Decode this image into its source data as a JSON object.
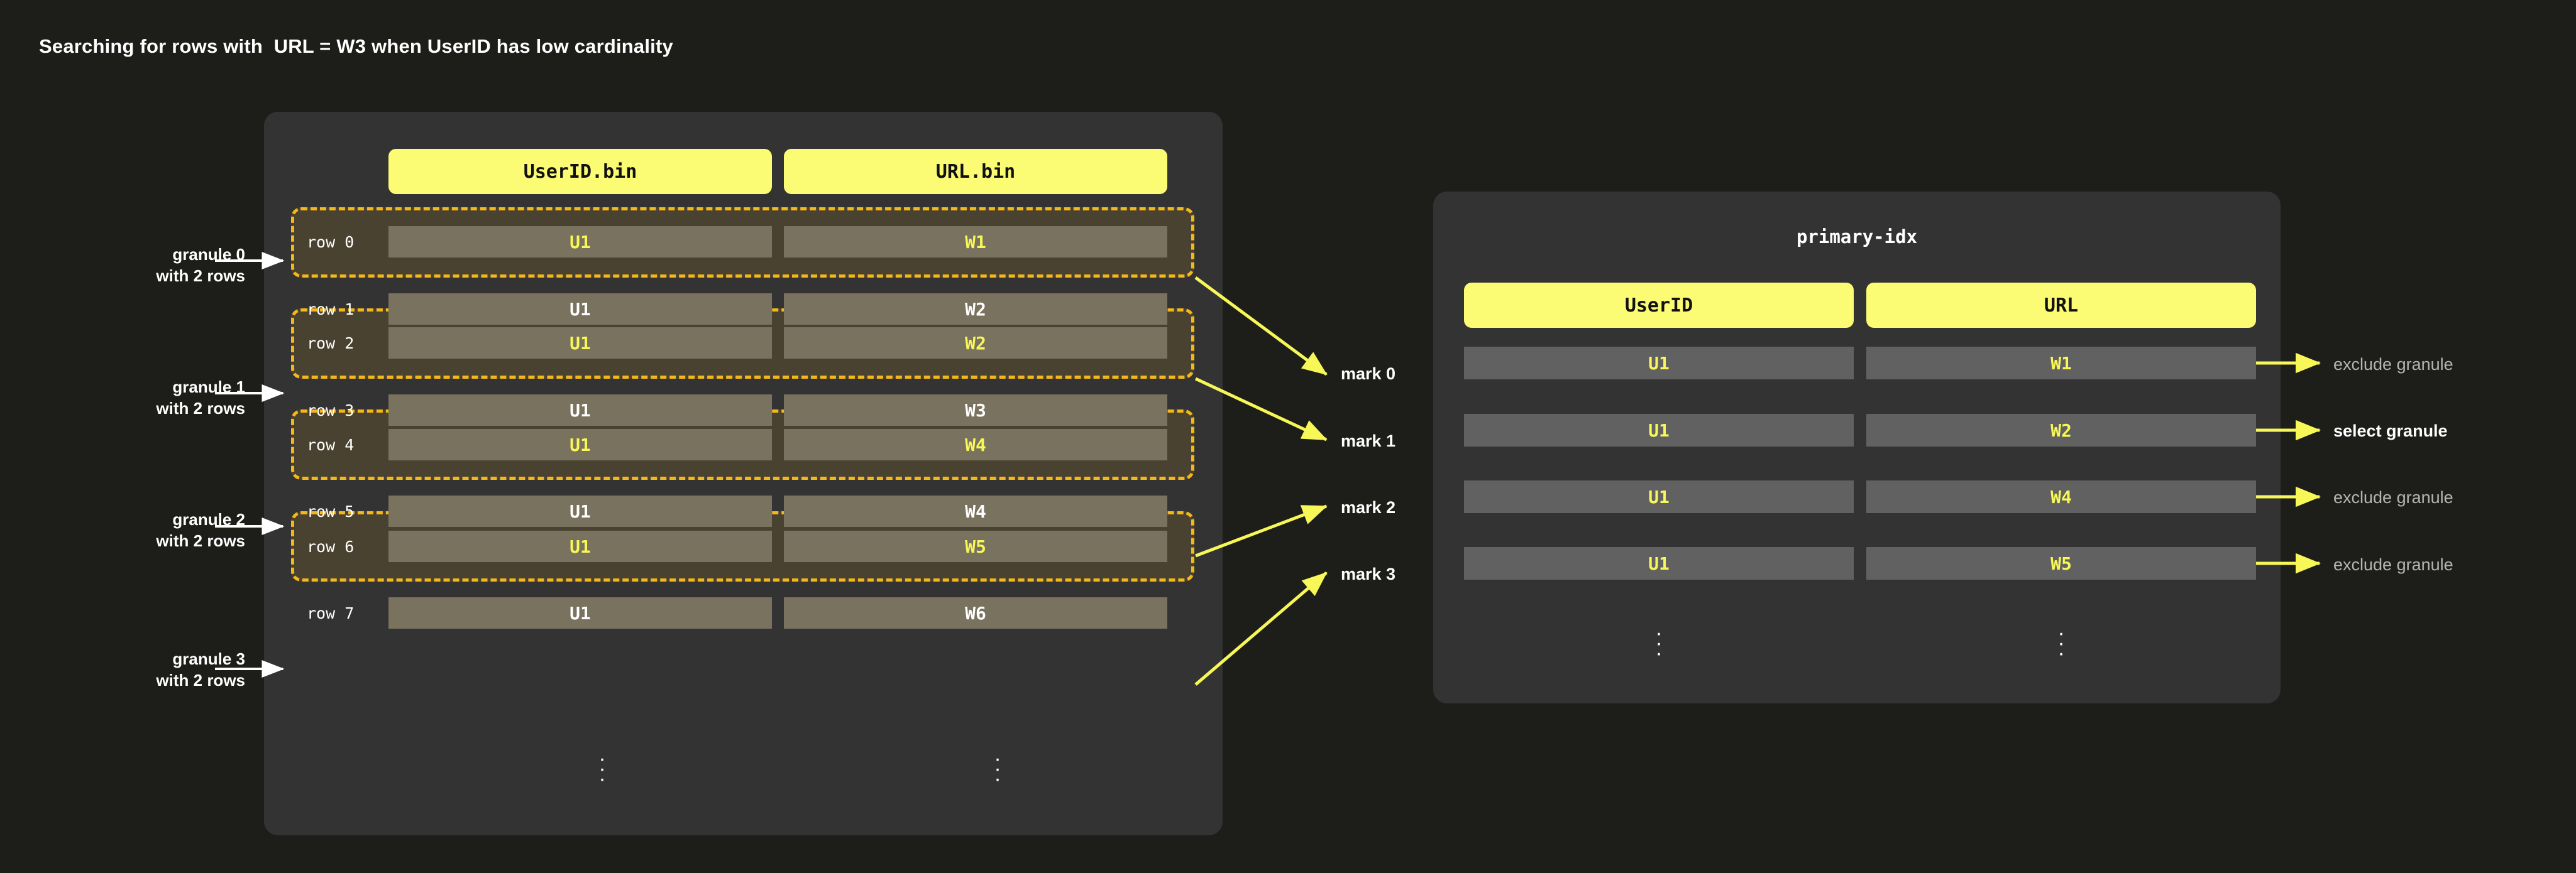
{
  "title": "Searching for rows with  URL = W3 when UserID has low cardinality",
  "colors": {
    "background": "#1d1e1a",
    "panel": "#333333",
    "accent_yellow": "#fbfb74",
    "highlight_text": "#f7f757",
    "granule_border": "#f5b81a",
    "granule_fill": "#4a4230",
    "cell_fill": "#79725f",
    "idx_cell_fill": "#616161",
    "arrow_yellow": "#f7f757",
    "muted_text": "#b3b5b2"
  },
  "left_panel": {
    "column_headers": [
      {
        "label": "UserID.bin"
      },
      {
        "label": "URL.bin"
      }
    ],
    "rows": [
      {
        "row_label": "row 0",
        "userid": "U1",
        "url": "W1",
        "highlighted": true
      },
      {
        "row_label": "row 1",
        "userid": "U1",
        "url": "W2",
        "highlighted": false
      },
      {
        "row_label": "row 2",
        "userid": "U1",
        "url": "W2",
        "highlighted": true
      },
      {
        "row_label": "row 3",
        "userid": "U1",
        "url": "W3",
        "highlighted": false
      },
      {
        "row_label": "row 4",
        "userid": "U1",
        "url": "W4",
        "highlighted": true
      },
      {
        "row_label": "row 5",
        "userid": "U1",
        "url": "W4",
        "highlighted": false
      },
      {
        "row_label": "row 6",
        "userid": "U1",
        "url": "W5",
        "highlighted": true
      },
      {
        "row_label": "row 7",
        "userid": "U1",
        "url": "W6",
        "highlighted": false
      }
    ],
    "ellipsis": "⋮"
  },
  "granule_labels": [
    {
      "line1": "granule 0",
      "line2": "with 2 rows"
    },
    {
      "line1": "granule 1",
      "line2": "with 2 rows"
    },
    {
      "line1": "granule 2",
      "line2": "with 2 rows"
    },
    {
      "line1": "granule 3",
      "line2": "with 2 rows"
    }
  ],
  "marks": [
    {
      "label": "mark 0"
    },
    {
      "label": "mark 1"
    },
    {
      "label": "mark 2"
    },
    {
      "label": "mark 3"
    }
  ],
  "right_panel": {
    "title": "primary-idx",
    "column_headers": [
      {
        "label": "UserID"
      },
      {
        "label": "URL"
      }
    ],
    "rows": [
      {
        "userid": "U1",
        "url": "W1",
        "decision": "exclude granule",
        "selected": false
      },
      {
        "userid": "U1",
        "url": "W2",
        "decision": "select granule",
        "selected": true
      },
      {
        "userid": "U1",
        "url": "W4",
        "decision": "exclude granule",
        "selected": false
      },
      {
        "userid": "U1",
        "url": "W5",
        "decision": "exclude granule",
        "selected": false
      }
    ],
    "ellipsis": "⋮"
  }
}
